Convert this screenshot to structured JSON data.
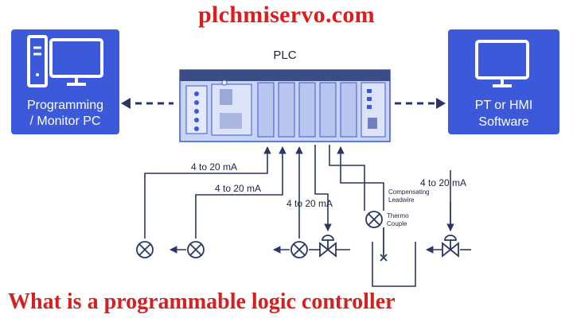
{
  "site_title": "plchmiservo.com",
  "caption": "What is a programmable logic controller",
  "diagram": {
    "plc_label": "PLC",
    "left_box": {
      "line1": "Programming",
      "line2": "/ Monitor PC"
    },
    "right_box": {
      "line1": "PT or HMI",
      "line2": "Software"
    },
    "signal_labels": [
      "4 to 20 mA",
      "4 to 20 mA",
      "4 to 20 mA",
      "4 to 20 mA"
    ],
    "thermo_labels": {
      "compensating": "Compensating",
      "leadwire": "Leadwire",
      "thermo": "Thermo",
      "couple": "Couple"
    },
    "colors": {
      "accent": "#3b59d9",
      "line": "#2a3766",
      "plc_body": "#c9d4f5",
      "title_red": "#e01b1b"
    },
    "icons": [
      "desktop-pc-icon",
      "monitor-icon",
      "lamp-icon",
      "valve-icon",
      "thermocouple-icon"
    ]
  }
}
